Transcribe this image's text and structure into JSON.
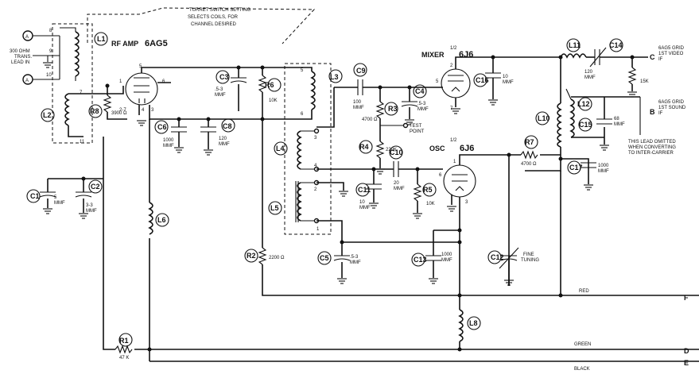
{
  "note_turret": [
    "TURRET SWITCH SETTING",
    "SELECTS COILS, FOR",
    "CHANNEL DESIRED"
  ],
  "antenna": {
    "terminal": "A",
    "label": [
      "300 OHM",
      "TRANS.",
      "LEAD IN"
    ],
    "pins": [
      "8",
      "9",
      "10"
    ]
  },
  "rf_amp": {
    "label": "RF AMP",
    "tube": "6AG5",
    "pins": [
      "5",
      "1",
      "6",
      "2-7",
      "4",
      "3"
    ]
  },
  "mixer": {
    "label": "MIXER",
    "fraction": "1/2",
    "tube": "6J6",
    "pins": [
      "2",
      "5",
      "7"
    ]
  },
  "osc": {
    "label": "OSC",
    "fraction": "1/2",
    "tube": "6J6",
    "pins": [
      "1",
      "6",
      "3"
    ]
  },
  "coils": {
    "L1": "L1",
    "L2": "L2",
    "L3": "L3",
    "L4": "L4",
    "L5": "L5",
    "L6": "L6",
    "L8": "L8",
    "L10": "L10",
    "L11": "L11",
    "L12": "L12"
  },
  "l2_pins": [
    "7",
    "11"
  ],
  "turret_pins": [
    "5",
    "6",
    "3",
    "4",
    "2",
    "1"
  ],
  "caps": {
    "C1": [
      "C1",
      "5",
      "MMF"
    ],
    "C2": [
      "C2",
      "3-3",
      "MMF"
    ],
    "C3": [
      "C3",
      ".5-3",
      "MMF"
    ],
    "C4": [
      "C4",
      ".5-3",
      "MMF"
    ],
    "C5": [
      "C5",
      ".5-3",
      "MMF"
    ],
    "C6": [
      "C6",
      "1000",
      "MMF"
    ],
    "C8": [
      "C8",
      "120",
      "MMF"
    ],
    "C9": [
      "C9",
      "100",
      "MMF"
    ],
    "C10": [
      "C10",
      "20",
      "MMF"
    ],
    "C11": [
      "C11",
      "10",
      "MMF"
    ],
    "C12": [
      "C12",
      "FINE",
      "TUNING"
    ],
    "C13": [
      "C13",
      "1000",
      "MMF"
    ],
    "C14": [
      "C14",
      "120",
      "MMF"
    ],
    "C15": [
      "C15",
      "68",
      "MMF"
    ],
    "C16": [
      "C16",
      "10",
      "MMF"
    ],
    "C17": [
      "C17",
      "1000",
      "MMF"
    ]
  },
  "resistors": {
    "R1": [
      "R1",
      "47 K"
    ],
    "R2": [
      "R2",
      "2200 Ω"
    ],
    "R3": [
      "R3",
      "4700 Ω"
    ],
    "R4": [
      "R4",
      "220K"
    ],
    "R5": [
      "R5",
      "10K"
    ],
    "R6": [
      "R6",
      "10K"
    ],
    "R7": [
      "R7",
      "4700 Ω"
    ],
    "R8": [
      "R8",
      "3900 Ω"
    ],
    "R15": "15K"
  },
  "test_point": [
    "TEST",
    "POINT"
  ],
  "outputs": {
    "C": {
      "terminal": "C",
      "label": [
        "6AG5 GRID",
        "1ST VIDEO",
        "IF"
      ]
    },
    "B": {
      "terminal": "B",
      "label": [
        "6AG5 GRID",
        "1ST SOUND",
        "IF"
      ]
    },
    "note": [
      "THIS LEAD OMITTED",
      "WHEN CONVERTING",
      "TO INTER-CARRIER"
    ]
  },
  "leads": {
    "F": {
      "terminal": "F",
      "color": "RED"
    },
    "D": {
      "terminal": "D",
      "color": "GREEN"
    },
    "E": {
      "terminal": "E",
      "color": "BLACK"
    }
  }
}
